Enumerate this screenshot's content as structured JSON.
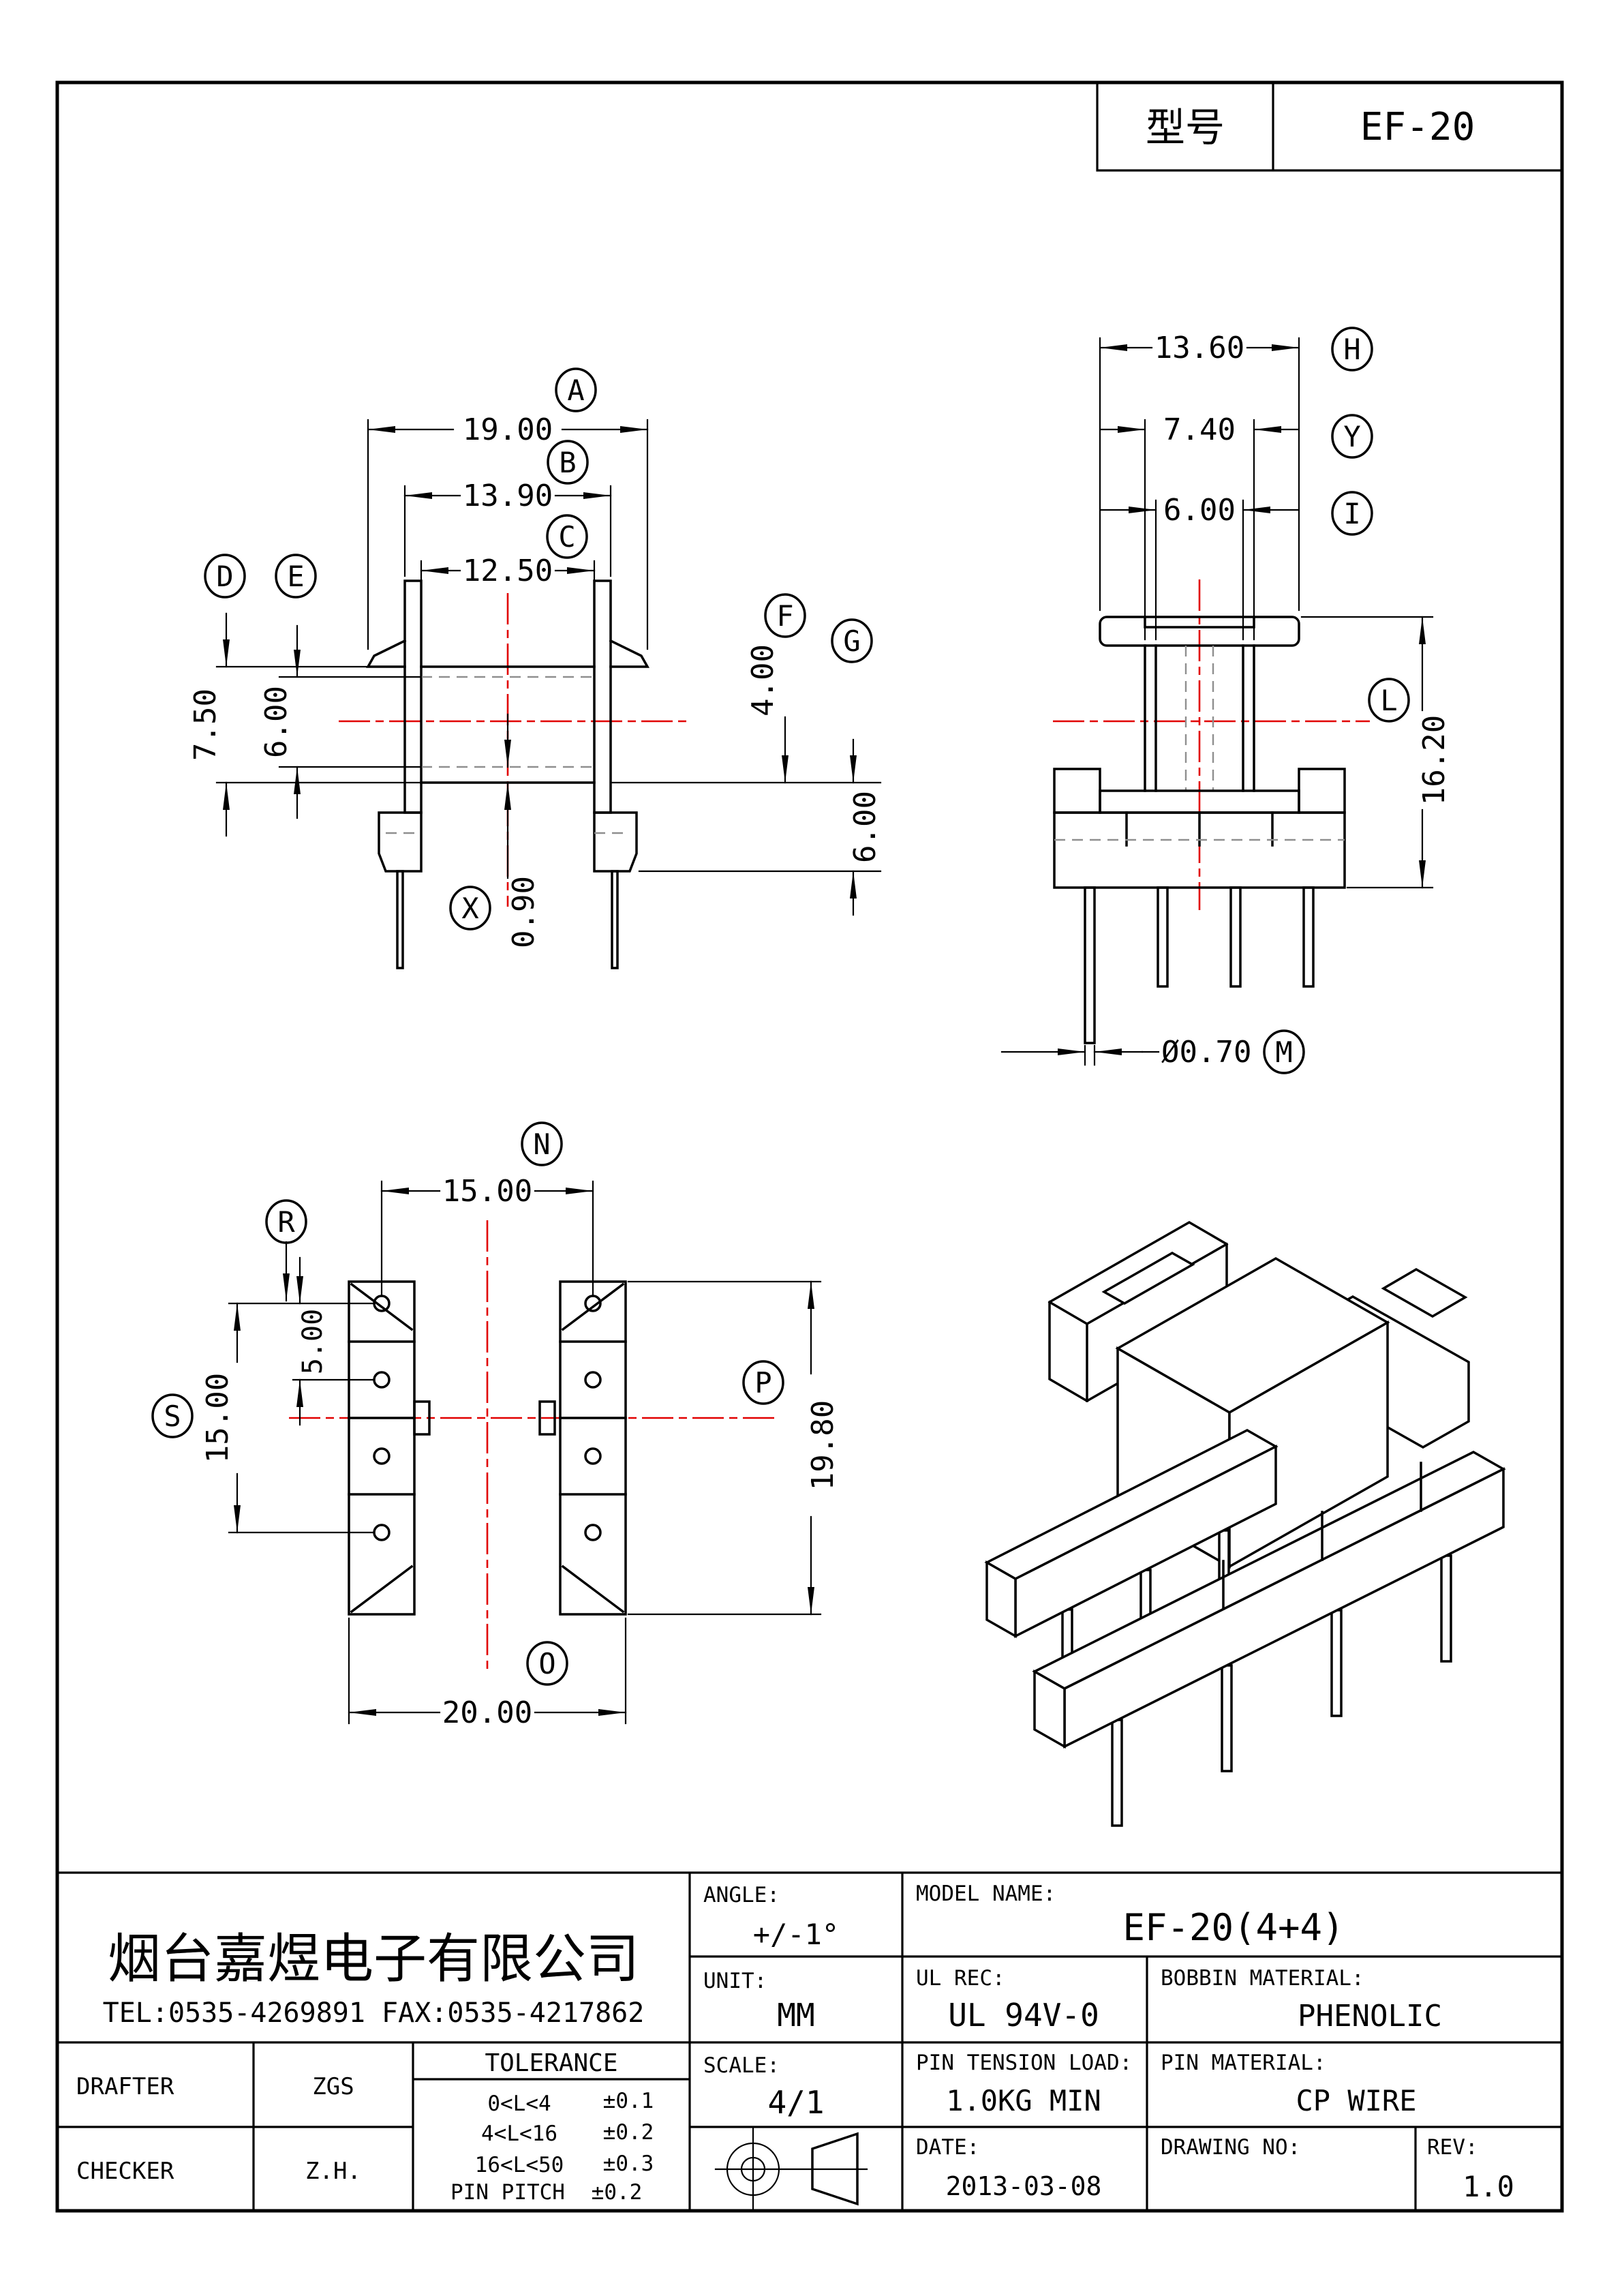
{
  "model_box": {
    "label": "型号",
    "value": "EF-20"
  },
  "letters": {
    "A": "A",
    "B": "B",
    "C": "C",
    "D": "D",
    "E": "E",
    "F": "F",
    "G": "G",
    "X": "X",
    "H": "H",
    "Y": "Y",
    "I": "I",
    "L": "L",
    "M": "M",
    "N": "N",
    "R": "R",
    "S": "S",
    "P": "P",
    "O": "O"
  },
  "dims": {
    "A": "19.00",
    "B": "13.90",
    "C": "12.50",
    "D": "7.50",
    "E": "6.00",
    "F": "4.00",
    "G": "6.00",
    "X": "0.90",
    "H": "13.60",
    "Y": "7.40",
    "I": "6.00",
    "L": "16.20",
    "M": "Ø0.70",
    "N": "15.00",
    "R": "5.00",
    "S": "15.00",
    "P": "19.80",
    "O": "20.00"
  },
  "title_block": {
    "company": "烟台嘉煜电子有限公司",
    "contact": "TEL:0535-4269891  FAX:0535-4217862",
    "drafter_label": "DRAFTER",
    "drafter": "ZGS",
    "checker_label": "CHECKER",
    "checker": "Z.H.",
    "tolerance_label": "TOLERANCE",
    "tolerance_rows": [
      {
        "range": "0<L<4",
        "value": "±0.1"
      },
      {
        "range": "4<L<16",
        "value": "±0.2"
      },
      {
        "range": "16<L<50",
        "value": "±0.3"
      },
      {
        "range": "PIN PITCH",
        "value": "±0.2"
      }
    ],
    "angle_label": "ANGLE:",
    "angle": "+/-1°",
    "unit_label": "UNIT:",
    "unit": "MM",
    "scale_label": "SCALE:",
    "scale": "4/1",
    "model_name_label": "MODEL NAME:",
    "model_name": "EF-20(4+4)",
    "ul_label": "UL REC:",
    "ul": "UL 94V-0",
    "bobbin_label": "BOBBIN MATERIAL:",
    "bobbin": "PHENOLIC",
    "pin_load_label": "PIN TENSION LOAD:",
    "pin_load": "1.0KG MIN",
    "pin_material_label": "PIN MATERIAL:",
    "pin_material": "CP WIRE",
    "date_label": "DATE:",
    "date": "2013-03-08",
    "drawing_no_label": "DRAWING NO:",
    "rev_label": "REV:",
    "rev": "1.0"
  }
}
